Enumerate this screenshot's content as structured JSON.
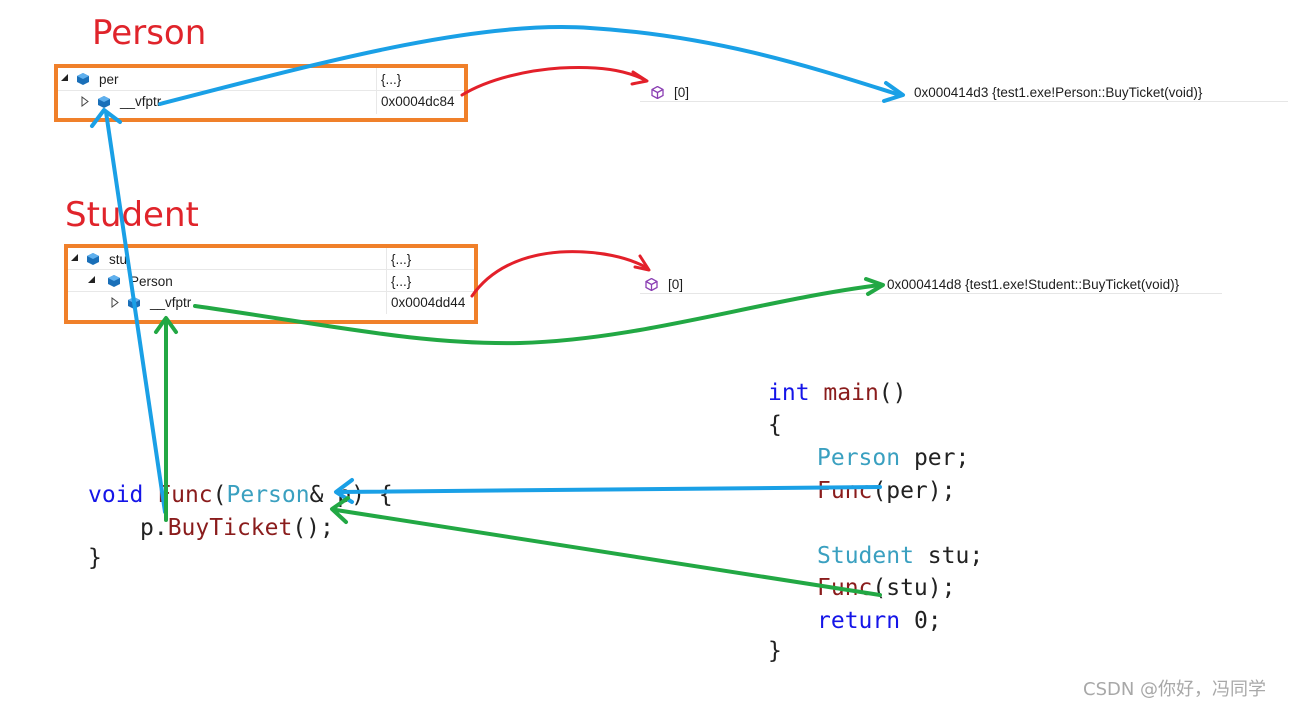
{
  "titles": {
    "person": "Person",
    "student": "Student"
  },
  "person_watch": {
    "rows": [
      {
        "name": "per",
        "value": "{...}"
      },
      {
        "name": "__vfptr",
        "value": "0x0004dc84"
      }
    ]
  },
  "student_watch": {
    "rows": [
      {
        "name": "stu",
        "value": "{...}"
      },
      {
        "name": "Person",
        "value": "{...}"
      },
      {
        "name": "__vfptr",
        "value": "0x0004dd44"
      }
    ]
  },
  "vtable_person": {
    "index": "[0]",
    "entry": "0x000414d3 {test1.exe!Person::BuyTicket(void)}"
  },
  "vtable_student": {
    "index": "[0]",
    "entry": "0x000414d8 {test1.exe!Student::BuyTicket(void)}"
  },
  "func_code": {
    "line1": {
      "void": "void",
      "func": "Func",
      "paren": "(",
      "type": "Person",
      "amp": "& p) {"
    },
    "line2": {
      "obj": "p.",
      "method": "BuyTicket",
      "rest": "();"
    },
    "line3": "}"
  },
  "main_code": {
    "line1": {
      "int": "int",
      "main": "main",
      "rest": "()"
    },
    "line2": "{",
    "line3": {
      "type": "Person",
      "rest": " per;"
    },
    "line4": {
      "func": "Func",
      "rest": "(per);"
    },
    "line5": {
      "type": "Student",
      "rest": " stu;"
    },
    "line6": {
      "func": "Func",
      "rest": "(stu);"
    },
    "line7": {
      "kw": "return",
      "rest": " 0;"
    },
    "line8": "}"
  },
  "colors": {
    "blue_arrow": "#1aa0e6",
    "red_arrow": "#e3202a",
    "green_arrow": "#22a844",
    "box": "#f0802a"
  },
  "watermark": "CSDN @你好，冯同学"
}
